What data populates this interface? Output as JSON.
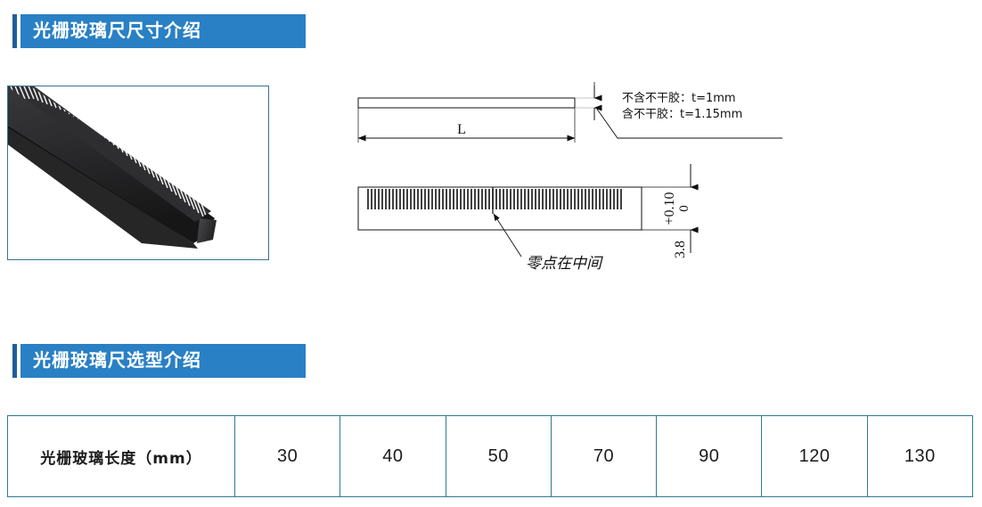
{
  "sections": [
    {
      "id": "dimension",
      "title": "光栅玻璃尺尺寸介绍"
    },
    {
      "id": "selection",
      "title": "光栅玻璃尺选型介绍"
    }
  ],
  "colors": {
    "banner_body": "#2980c4",
    "banner_accent": "#1f5f96",
    "table_border": "#2f7a94",
    "photo_frame_border": "#36738f",
    "drawing_line": "#111111"
  },
  "product_photo": {
    "alt": "光栅玻璃尺产品照片",
    "body_color": "#2b2b2d",
    "grating_color": "#f2f2f2"
  },
  "drawing": {
    "top_view": {
      "dimension_label": "L",
      "thickness_notes": [
        "不含不干胶：t=1mm",
        "含不干胶：t=1.15mm"
      ]
    },
    "front_view": {
      "height_value": "3.8",
      "tolerance_upper": "+0.10",
      "tolerance_lower": "0",
      "zero_point_note": "零点在中间"
    }
  },
  "spec_table": {
    "row_label": "光栅玻璃长度（mm）",
    "lengths": [
      "30",
      "40",
      "50",
      "70",
      "90",
      "120",
      "130"
    ]
  },
  "chart_data": {
    "type": "table",
    "title": "光栅玻璃尺选型介绍",
    "categories": [
      "光栅玻璃长度（mm）"
    ],
    "values": [
      30,
      40,
      50,
      70,
      90,
      120,
      130
    ],
    "xlabel": "",
    "ylabel": ""
  }
}
